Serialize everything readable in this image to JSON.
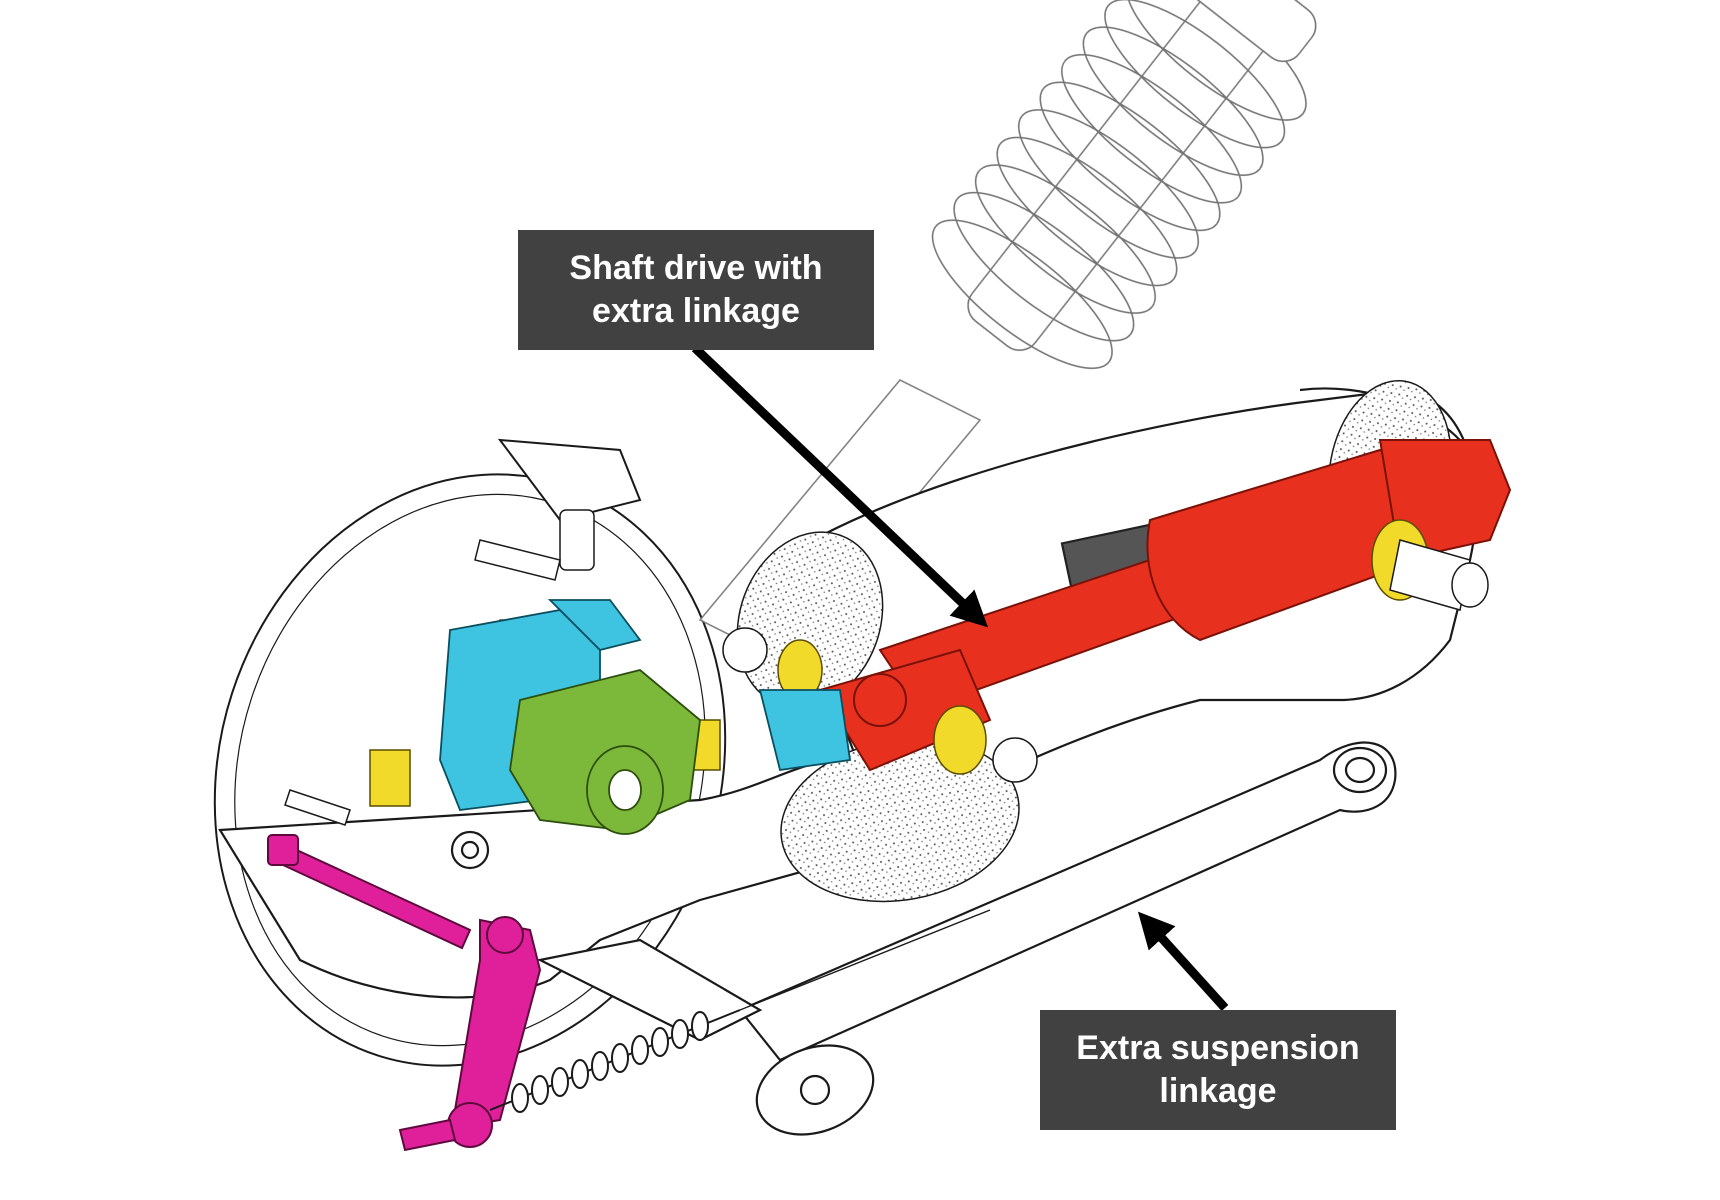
{
  "callouts": {
    "shaft_drive": {
      "line1": "Shaft drive with",
      "line2": "extra linkage"
    },
    "suspension": {
      "line1": "Extra suspension",
      "line2": "linkage"
    }
  },
  "colors": {
    "callout_bg": "#414141",
    "callout_text": "#ffffff",
    "drive_shaft": "#e8301f",
    "gear_housing": "#3ec3e0",
    "pinion_gear": "#7cb83a",
    "bearings": "#f2da2a",
    "brake_linkage": "#e0209a",
    "line_art": "#1a1a1a"
  }
}
